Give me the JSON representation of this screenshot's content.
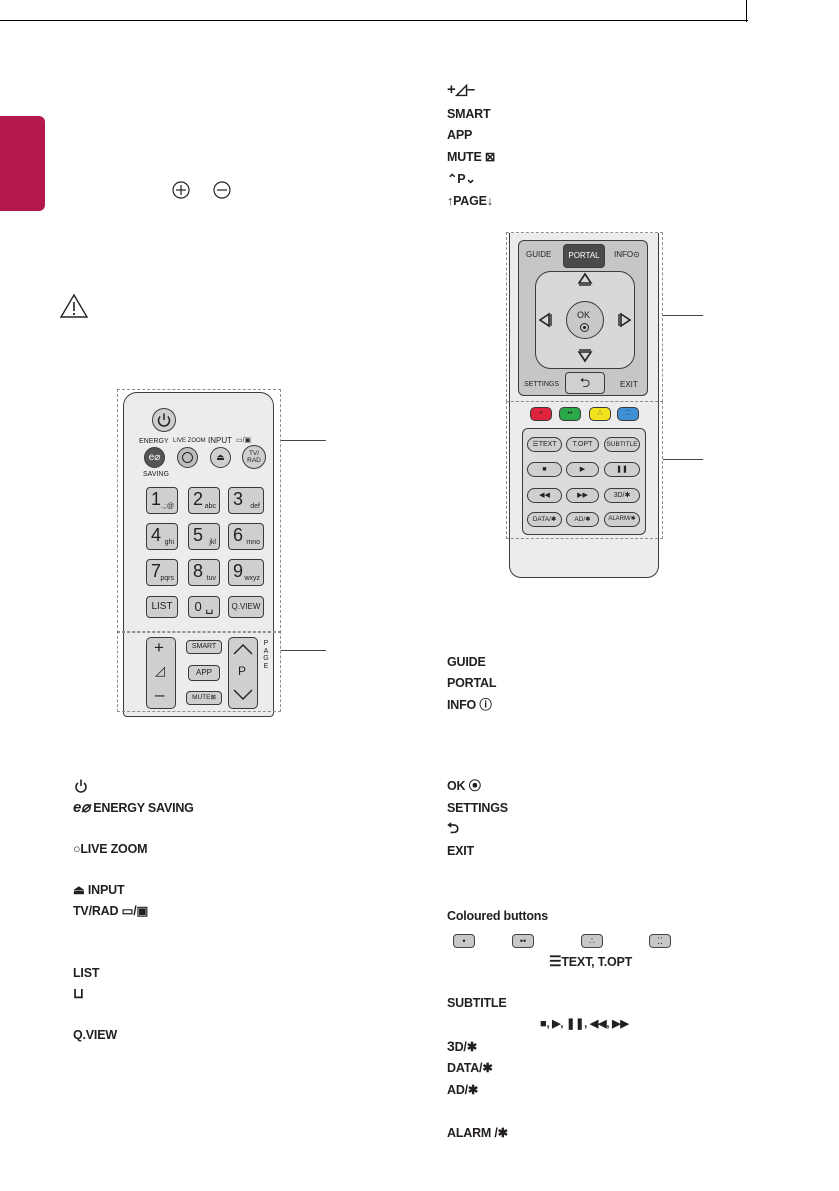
{
  "remote_left": {
    "energy_label": "ENERGY",
    "saving_label": "SAVING",
    "live_zoom_label": "LIVE ZOOM",
    "input_label": "INPUT",
    "tvrad_label": "TV/\nRAD",
    "keys": [
      {
        "big": "1",
        "small": ".,;@"
      },
      {
        "big": "2",
        "small": "abc"
      },
      {
        "big": "3",
        "small": "def"
      },
      {
        "big": "4",
        "small": "ghi"
      },
      {
        "big": "5",
        "small": "jkl"
      },
      {
        "big": "6",
        "small": "mno"
      },
      {
        "big": "7",
        "small": "pqrs"
      },
      {
        "big": "8",
        "small": "tuv"
      },
      {
        "big": "9",
        "small": "wxyz"
      }
    ],
    "list_label": "LIST",
    "zero_label": "0 ␣",
    "qview_label": "Q.VIEW",
    "smart_label": "SMART",
    "app_label": "APP",
    "mute_label": "MUTE",
    "p_label": "P",
    "page_label": "PAGE"
  },
  "remote_right": {
    "guide_label": "GUIDE",
    "portal_label": "PORTAL",
    "info_label": "INFO",
    "ok_label": "OK",
    "settings_label": "SETTINGS",
    "exit_label": "EXIT",
    "text_label": "TEXT",
    "topt_label": "T.OPT",
    "subtitle_label": "SUBTITLE",
    "data_label": "DATA/✱",
    "ad_label": "AD/✱",
    "alarm_label": "ALARM/✱",
    "threed_label": "3D/✱"
  },
  "legend_top_right": {
    "volume": "+◿–",
    "smart": "SMART",
    "app": "APP",
    "mute": "MUTE",
    "program": "P",
    "page": "PAGE"
  },
  "legend_left": {
    "energy_saving": "ENERGY SAVING",
    "live_zoom": "LIVE ZOOM",
    "input": "INPUT",
    "tv_rad": "TV/RAD",
    "list": "LIST",
    "qview": "Q.VIEW"
  },
  "legend_right": {
    "guide": "GUIDE",
    "portal": "PORTAL",
    "info": "INFO",
    "ok": "OK",
    "settings": "SETTINGS",
    "exit": "EXIT",
    "coloured_buttons": "Coloured buttons",
    "text": "TEXT",
    "topt": "T.OPT",
    "subtitle": "SUBTITLE",
    "threed": "D/✱",
    "data": "DATA/✱",
    "ad": "AD/✱",
    "alarm": "ALARM /✱"
  },
  "colors": {
    "side_tab": "#b5174f",
    "red": "#e0233c",
    "green": "#2aa84a",
    "yellow": "#f2e21c",
    "blue": "#3f8fd6"
  }
}
